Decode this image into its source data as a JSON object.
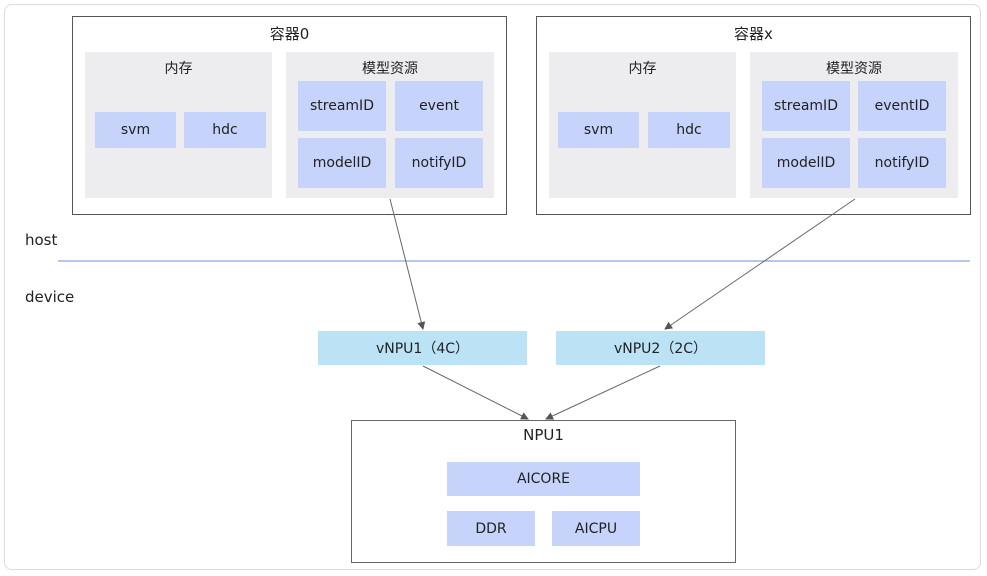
{
  "regions": {
    "host": "host",
    "device": "device"
  },
  "container0": {
    "title": "容器0",
    "memory": {
      "title": "内存",
      "items": [
        "svm",
        "hdc"
      ]
    },
    "model": {
      "title": "模型资源",
      "items": [
        "streamID",
        "event",
        "modelID",
        "notifyID"
      ]
    }
  },
  "containerX": {
    "title": "容器x",
    "memory": {
      "title": "内存",
      "items": [
        "svm",
        "hdc"
      ]
    },
    "model": {
      "title": "模型资源",
      "items": [
        "streamID",
        "eventID",
        "modelID",
        "notifyID"
      ]
    }
  },
  "vnpus": [
    "vNPU1（4C）",
    "vNPU2（2C）"
  ],
  "npu": {
    "title": "NPU1",
    "items": [
      "AICORE",
      "DDR",
      "AICPU"
    ]
  },
  "colors": {
    "divider": "#6b8fd6",
    "chip": "#c6d3fb",
    "vnpu": "#bce3f5",
    "panel": "#ededf0"
  }
}
